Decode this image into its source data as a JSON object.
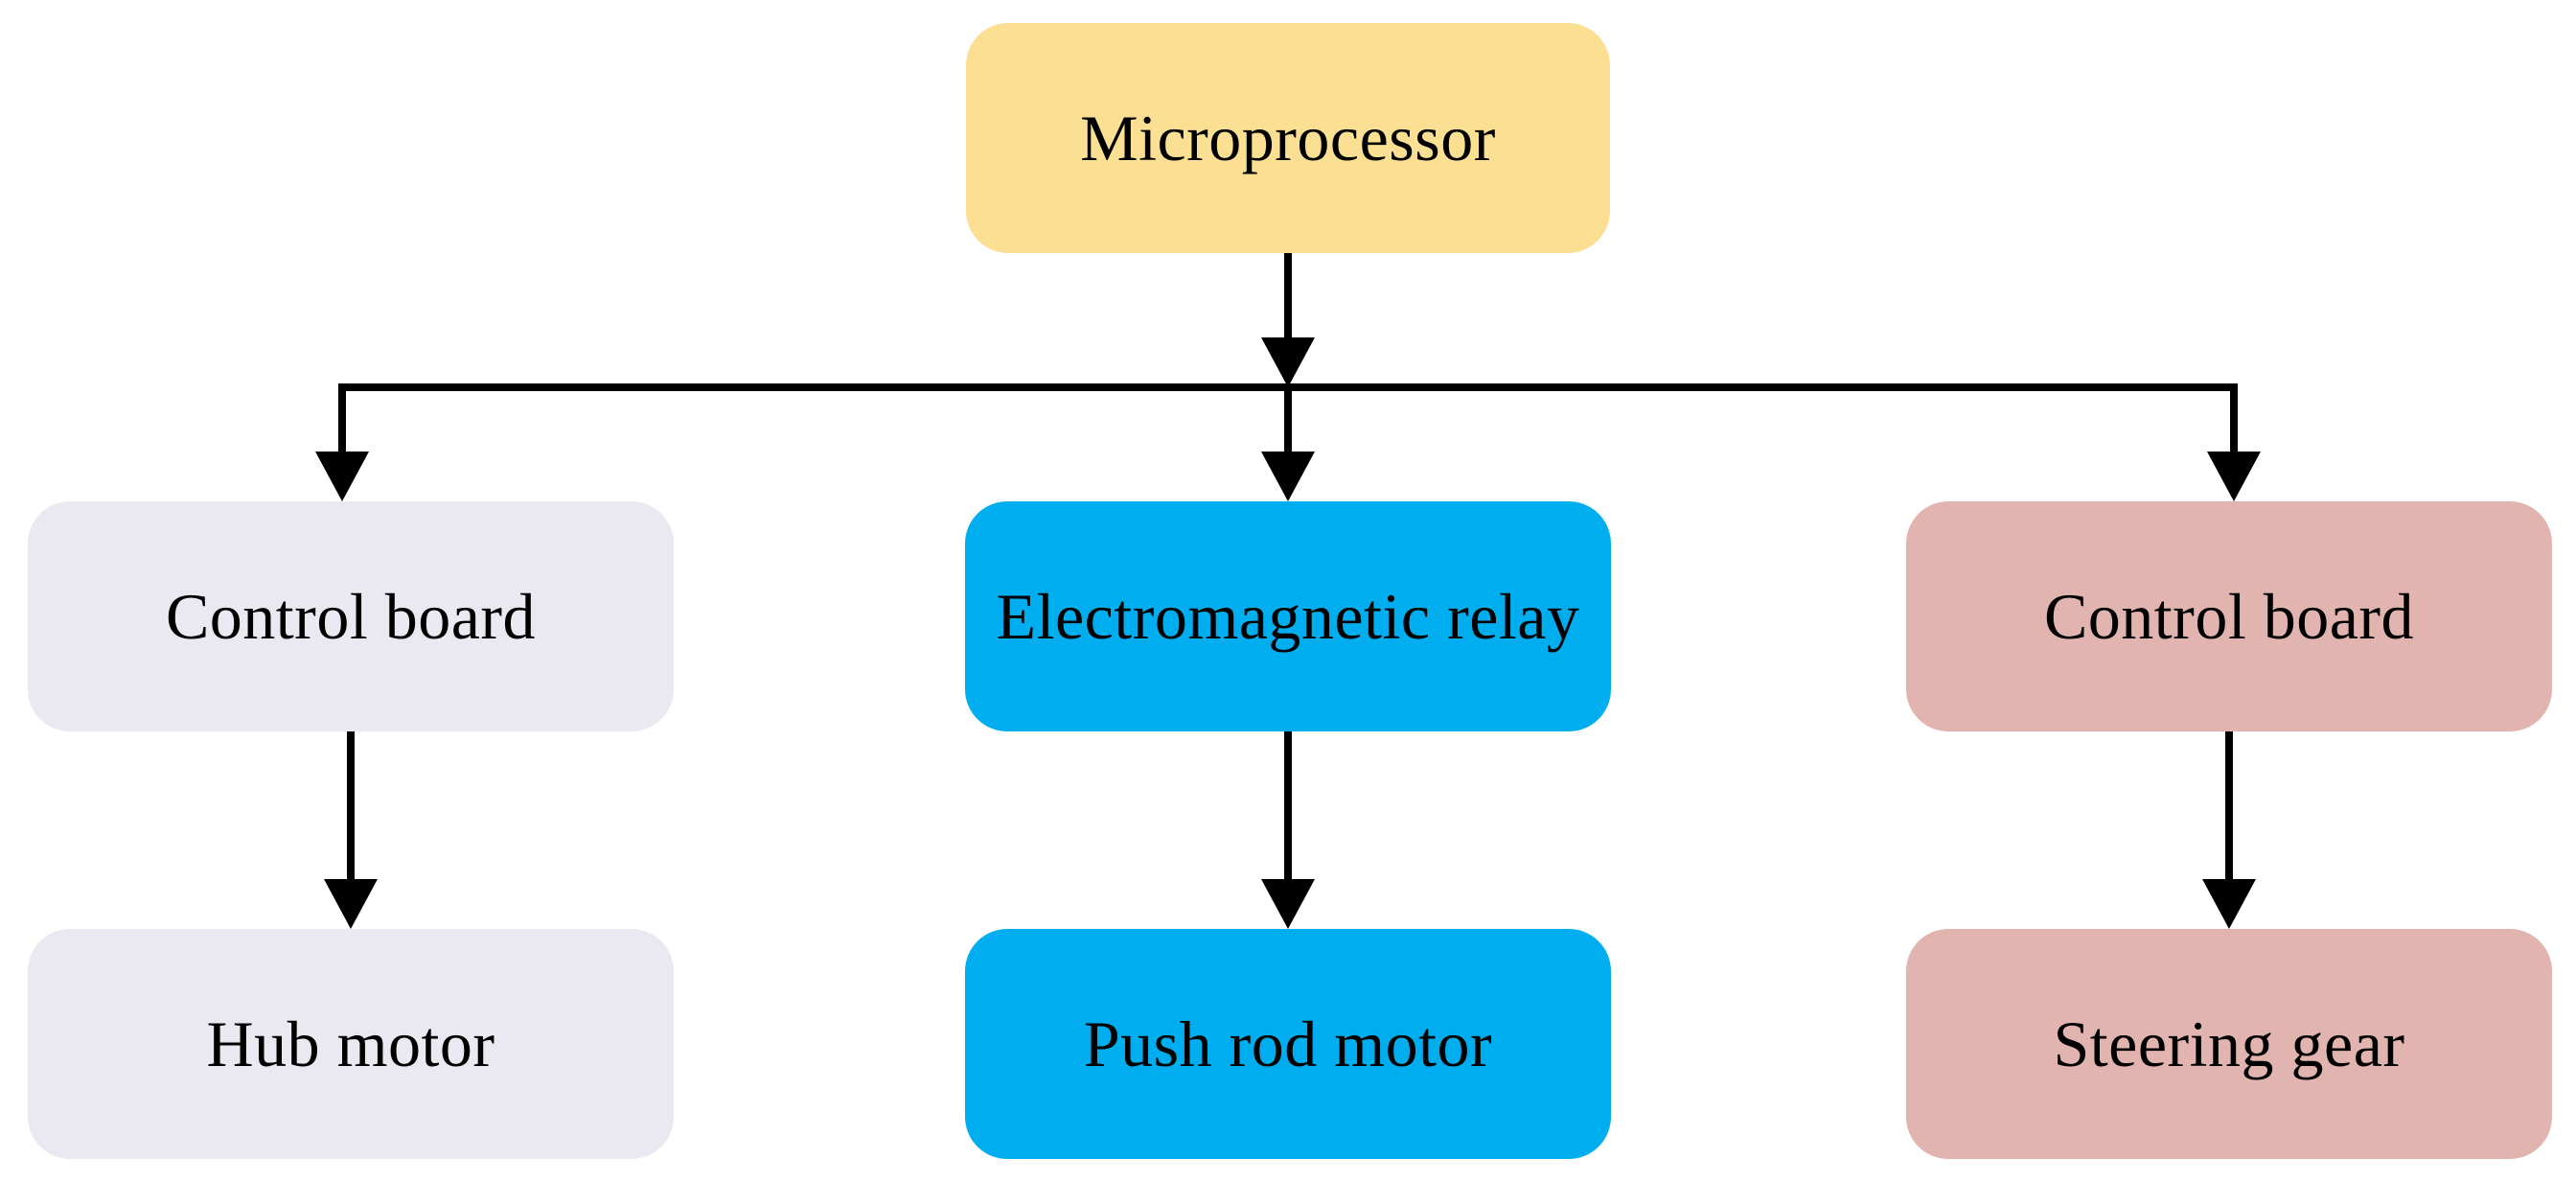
{
  "diagram": {
    "type": "flowchart",
    "line_color": "#000000",
    "text_color": "#000000",
    "background_color": "#ffffff",
    "nodes": {
      "microprocessor": {
        "label": "Microprocessor",
        "color": "#FBDF92"
      },
      "control_board_left": {
        "label": "Control board",
        "color": "#EAE8F0"
      },
      "electromagnetic_relay": {
        "label": "Electromagnetic relay",
        "color": "#00AEEF"
      },
      "control_board_right": {
        "label": "Control board",
        "color": "#E2B4AF"
      },
      "hub_motor": {
        "label": "Hub motor",
        "color": "#EAE8F0"
      },
      "push_rod_motor": {
        "label": "Push rod motor",
        "color": "#00AEEF"
      },
      "steering_gear": {
        "label": "Steering gear",
        "color": "#E2B4AF"
      }
    },
    "edges": [
      {
        "from": "microprocessor",
        "to": "control_board_left"
      },
      {
        "from": "microprocessor",
        "to": "electromagnetic_relay"
      },
      {
        "from": "microprocessor",
        "to": "control_board_right"
      },
      {
        "from": "control_board_left",
        "to": "hub_motor"
      },
      {
        "from": "electromagnetic_relay",
        "to": "push_rod_motor"
      },
      {
        "from": "control_board_right",
        "to": "steering_gear"
      }
    ]
  }
}
